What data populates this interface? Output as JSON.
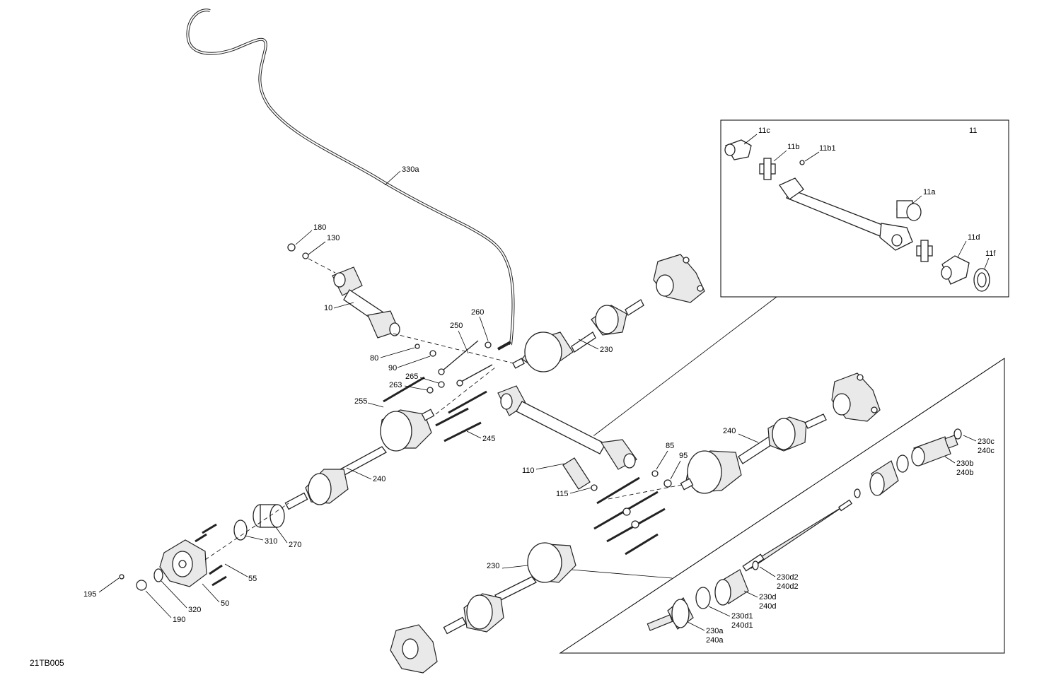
{
  "diagram_code": "21TB005",
  "callouts": {
    "c330a": "330a",
    "c180": "180",
    "c130": "130",
    "c10": "10",
    "c260": "260",
    "c250": "250",
    "c80": "80",
    "c90": "90",
    "c265": "265",
    "c263": "263",
    "c255": "255",
    "c245": "245",
    "c240_left": "240",
    "c230_top": "230",
    "c240_right": "240",
    "c85": "85",
    "c95": "95",
    "c110": "110",
    "c115": "115",
    "c270": "270",
    "c310": "310",
    "c55": "55",
    "c50": "50",
    "c320": "320",
    "c195": "195",
    "c190": "190",
    "c230_bottom": "230"
  },
  "detail_11": {
    "c11": "11",
    "c11c": "11c",
    "c11b": "11b",
    "c11b1": "11b1",
    "c11a": "11a",
    "c11d": "11d",
    "c11f": "11f"
  },
  "detail_230": {
    "c230c": "230c",
    "c240c": "240c",
    "c230b": "230b",
    "c240b": "240b",
    "c230d2": "230d2",
    "c240d2": "240d2",
    "c230d": "230d",
    "c240d": "240d",
    "c230d1": "230d1",
    "c240d1": "240d1",
    "c230a": "230a",
    "c240a": "240a"
  }
}
